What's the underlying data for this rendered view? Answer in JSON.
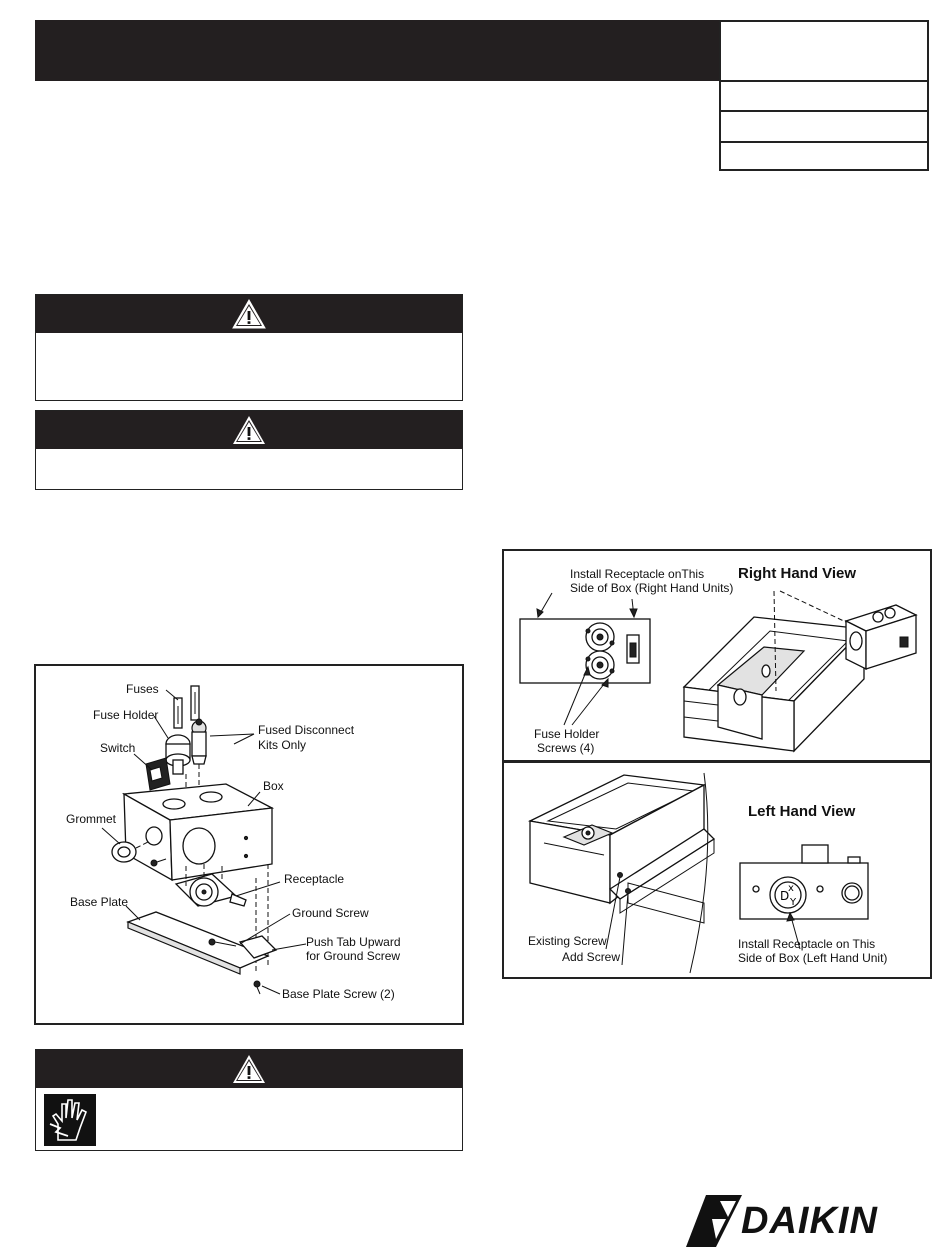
{
  "header": {
    "title": "",
    "meta_rows": [
      "",
      "",
      "",
      ""
    ]
  },
  "warnings": [
    {
      "heading": "",
      "body": ""
    },
    {
      "heading": "",
      "body": ""
    },
    {
      "heading": "",
      "body": ""
    }
  ],
  "figure_kit": {
    "labels": {
      "fuses": "Fuses",
      "fuse_holder": "Fuse Holder",
      "fused_disconnect_1": "Fused Disconnect",
      "fused_disconnect_2": "Kits Only",
      "switch": "Switch",
      "box": "Box",
      "grommet": "Grommet",
      "receptacle": "Receptacle",
      "base_plate": "Base Plate",
      "ground_screw": "Ground Screw",
      "push_tab_1": "Push Tab Upward",
      "push_tab_2": "for Ground Screw",
      "base_plate_screw": "Base Plate Screw (2)"
    }
  },
  "figure_views": {
    "right": {
      "title": "Right Hand View",
      "install_1": "Install Receptacle onThis",
      "install_2": "Side of Box (Right Hand Units)",
      "fuse_screws_1": "Fuse Holder",
      "fuse_screws_2": "Screws (4)"
    },
    "left": {
      "title": "Left Hand View",
      "existing_screw": "Existing Screw",
      "add_screw": "Add Screw",
      "install_1": "Install Receptacle on This",
      "install_2": "Side of Box (Left Hand Unit)"
    }
  },
  "brand": {
    "name": "DAIKIN",
    "color": "#111111"
  },
  "icons": [
    "warning-triangle-icon",
    "electrical-shock-hand-icon"
  ]
}
